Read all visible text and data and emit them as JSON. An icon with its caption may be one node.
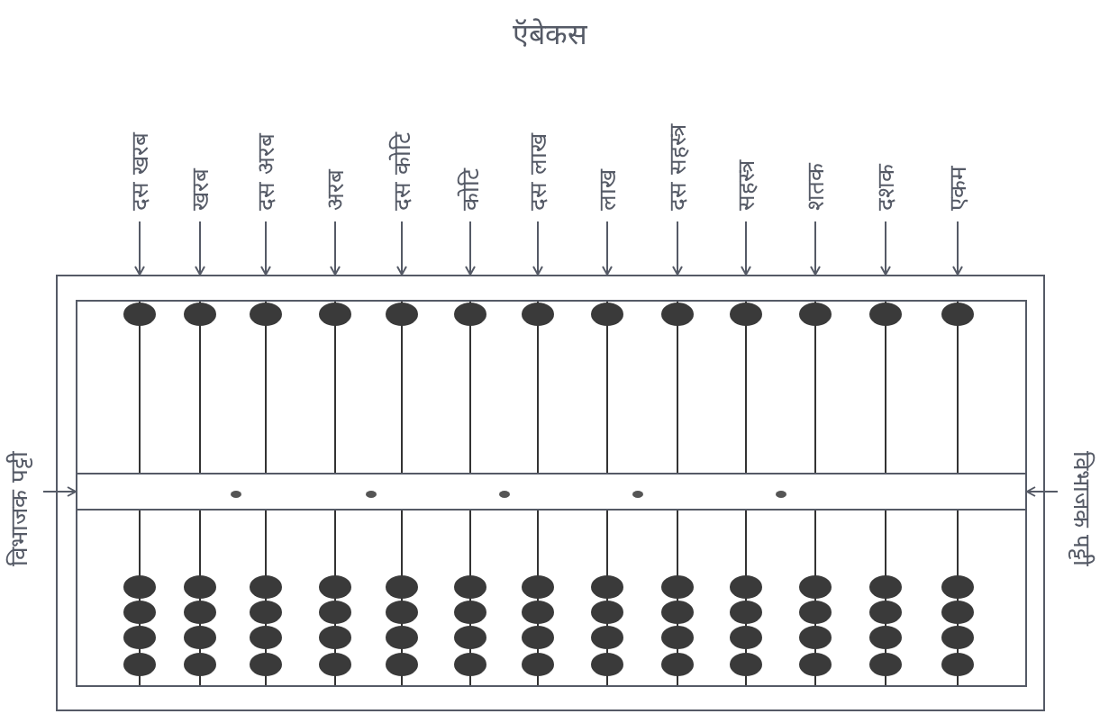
{
  "diagram": {
    "title": "ऍबेकस",
    "nodes": [
      {
        "text": [
          "दस खरब"
        ]
      },
      {
        "text": [
          "खरब"
        ]
      },
      {
        "text": [
          "दस अरब"
        ]
      },
      {
        "text": [
          "अरब"
        ]
      },
      {
        "text": [
          "दस कोटि"
        ]
      },
      {
        "text": [
          "कोटि"
        ]
      },
      {
        "text": [
          "दस लाख"
        ]
      },
      {
        "text": [
          "लाख"
        ]
      },
      {
        "text": [
          "दस सहस्त्र"
        ]
      },
      {
        "text": [
          "सहस्त्र"
        ]
      },
      {
        "text": [
          "शतक"
        ]
      },
      {
        "text": [
          "दशक"
        ]
      },
      {
        "text": [
          "एकम"
        ]
      },
      {
        "text": [],
        "shape": "box"
      },
      {
        "text": [],
        "shape": "bar",
        "in": 13
      },
      {
        "text": [
          "विभाजक पट्टी"
        ]
      },
      {
        "text": [
          "विभाजक पट्टी"
        ]
      }
    ],
    "edges": [
      {
        "from": 0,
        "to": 13,
        "arrow": "to"
      },
      {
        "from": 1,
        "to": 13,
        "arrow": "to"
      },
      {
        "from": 2,
        "to": 13,
        "arrow": "to"
      },
      {
        "from": 3,
        "to": 13,
        "arrow": "to"
      },
      {
        "from": 4,
        "to": 13,
        "arrow": "to"
      },
      {
        "from": 5,
        "to": 13,
        "arrow": "to"
      },
      {
        "from": 6,
        "to": 13,
        "arrow": "to"
      },
      {
        "from": 7,
        "to": 13,
        "arrow": "to"
      },
      {
        "from": 8,
        "to": 13,
        "arrow": "to"
      },
      {
        "from": 9,
        "to": 13,
        "arrow": "to"
      },
      {
        "from": 10,
        "to": 13,
        "arrow": "to"
      },
      {
        "from": 11,
        "to": 13,
        "arrow": "to"
      },
      {
        "from": 12,
        "to": 13,
        "arrow": "to"
      },
      {
        "from": 15,
        "to": 14,
        "arrow": "to"
      },
      {
        "from": 16,
        "to": 14,
        "arrow": "to"
      }
    ]
  }
}
